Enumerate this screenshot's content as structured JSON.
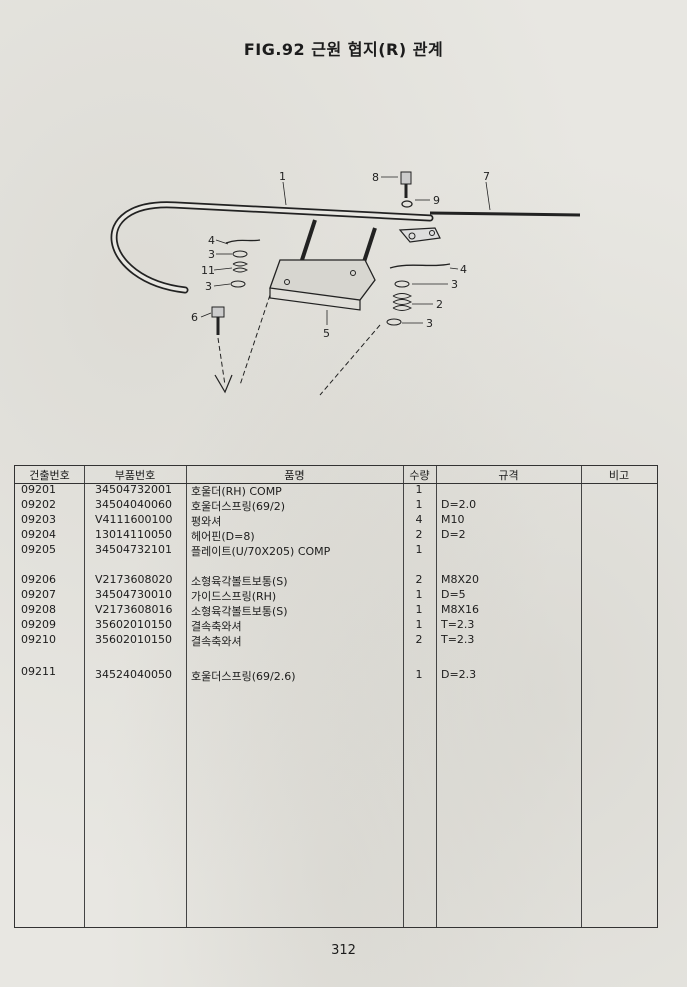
{
  "title": "FIG.92 근원 협지(R) 관계",
  "diagram": {
    "callouts": {
      "c1": "1",
      "c7": "7",
      "c8": "8",
      "c9": "9",
      "c4a": "4",
      "c3a": "3",
      "c11": "11",
      "c3b": "3",
      "c6": "6",
      "c5": "5",
      "c4b": "4",
      "c3c": "3",
      "c2": "2",
      "c3d": "3"
    }
  },
  "table": {
    "headers": {
      "code": "건출번호",
      "part": "부품번호",
      "name": "품명",
      "qty": "수량",
      "spec": "규격",
      "note": "비고"
    },
    "rows": [
      {
        "code": "09201",
        "part": "34504732001",
        "name": "호울더(RH) COMP",
        "qty": "1",
        "spec": ""
      },
      {
        "code": "09202",
        "part": "34504040060",
        "name": "호울더스프링(69/2)",
        "qty": "1",
        "spec": "D=2.0"
      },
      {
        "code": "09203",
        "part": "V4111600100",
        "name": "평와셔",
        "qty": "4",
        "spec": "M10"
      },
      {
        "code": "09204",
        "part": "13014110050",
        "name": "헤어핀(D=8)",
        "qty": "2",
        "spec": "D=2"
      },
      {
        "code": "09205",
        "part": "34504732101",
        "name": "플레이트(U/70X205) COMP",
        "qty": "1",
        "spec": ""
      },
      {
        "code": "09206",
        "part": "V2173608020",
        "name": "소형육각볼트보통(S)",
        "qty": "2",
        "spec": "M8X20"
      },
      {
        "code": "09207",
        "part": "34504730010",
        "name": "가이드스프링(RH)",
        "qty": "1",
        "spec": "D=5"
      },
      {
        "code": "09208",
        "part": "V2173608016",
        "name": "소형육각볼트보통(S)",
        "qty": "1",
        "spec": "M8X16"
      },
      {
        "code": "09209",
        "part": "35602010150",
        "name": "결속축와셔",
        "qty": "1",
        "spec": "T=2.3"
      },
      {
        "code": "09210",
        "part": "35602010150",
        "name": "결속축와셔",
        "qty": "2",
        "spec": "T=2.3"
      },
      {
        "code": "09211",
        "part": "34524040050",
        "name": "호울더스프링(69/2.6)",
        "qty": "1",
        "spec": "D=2.3"
      }
    ]
  },
  "page_number": "312"
}
